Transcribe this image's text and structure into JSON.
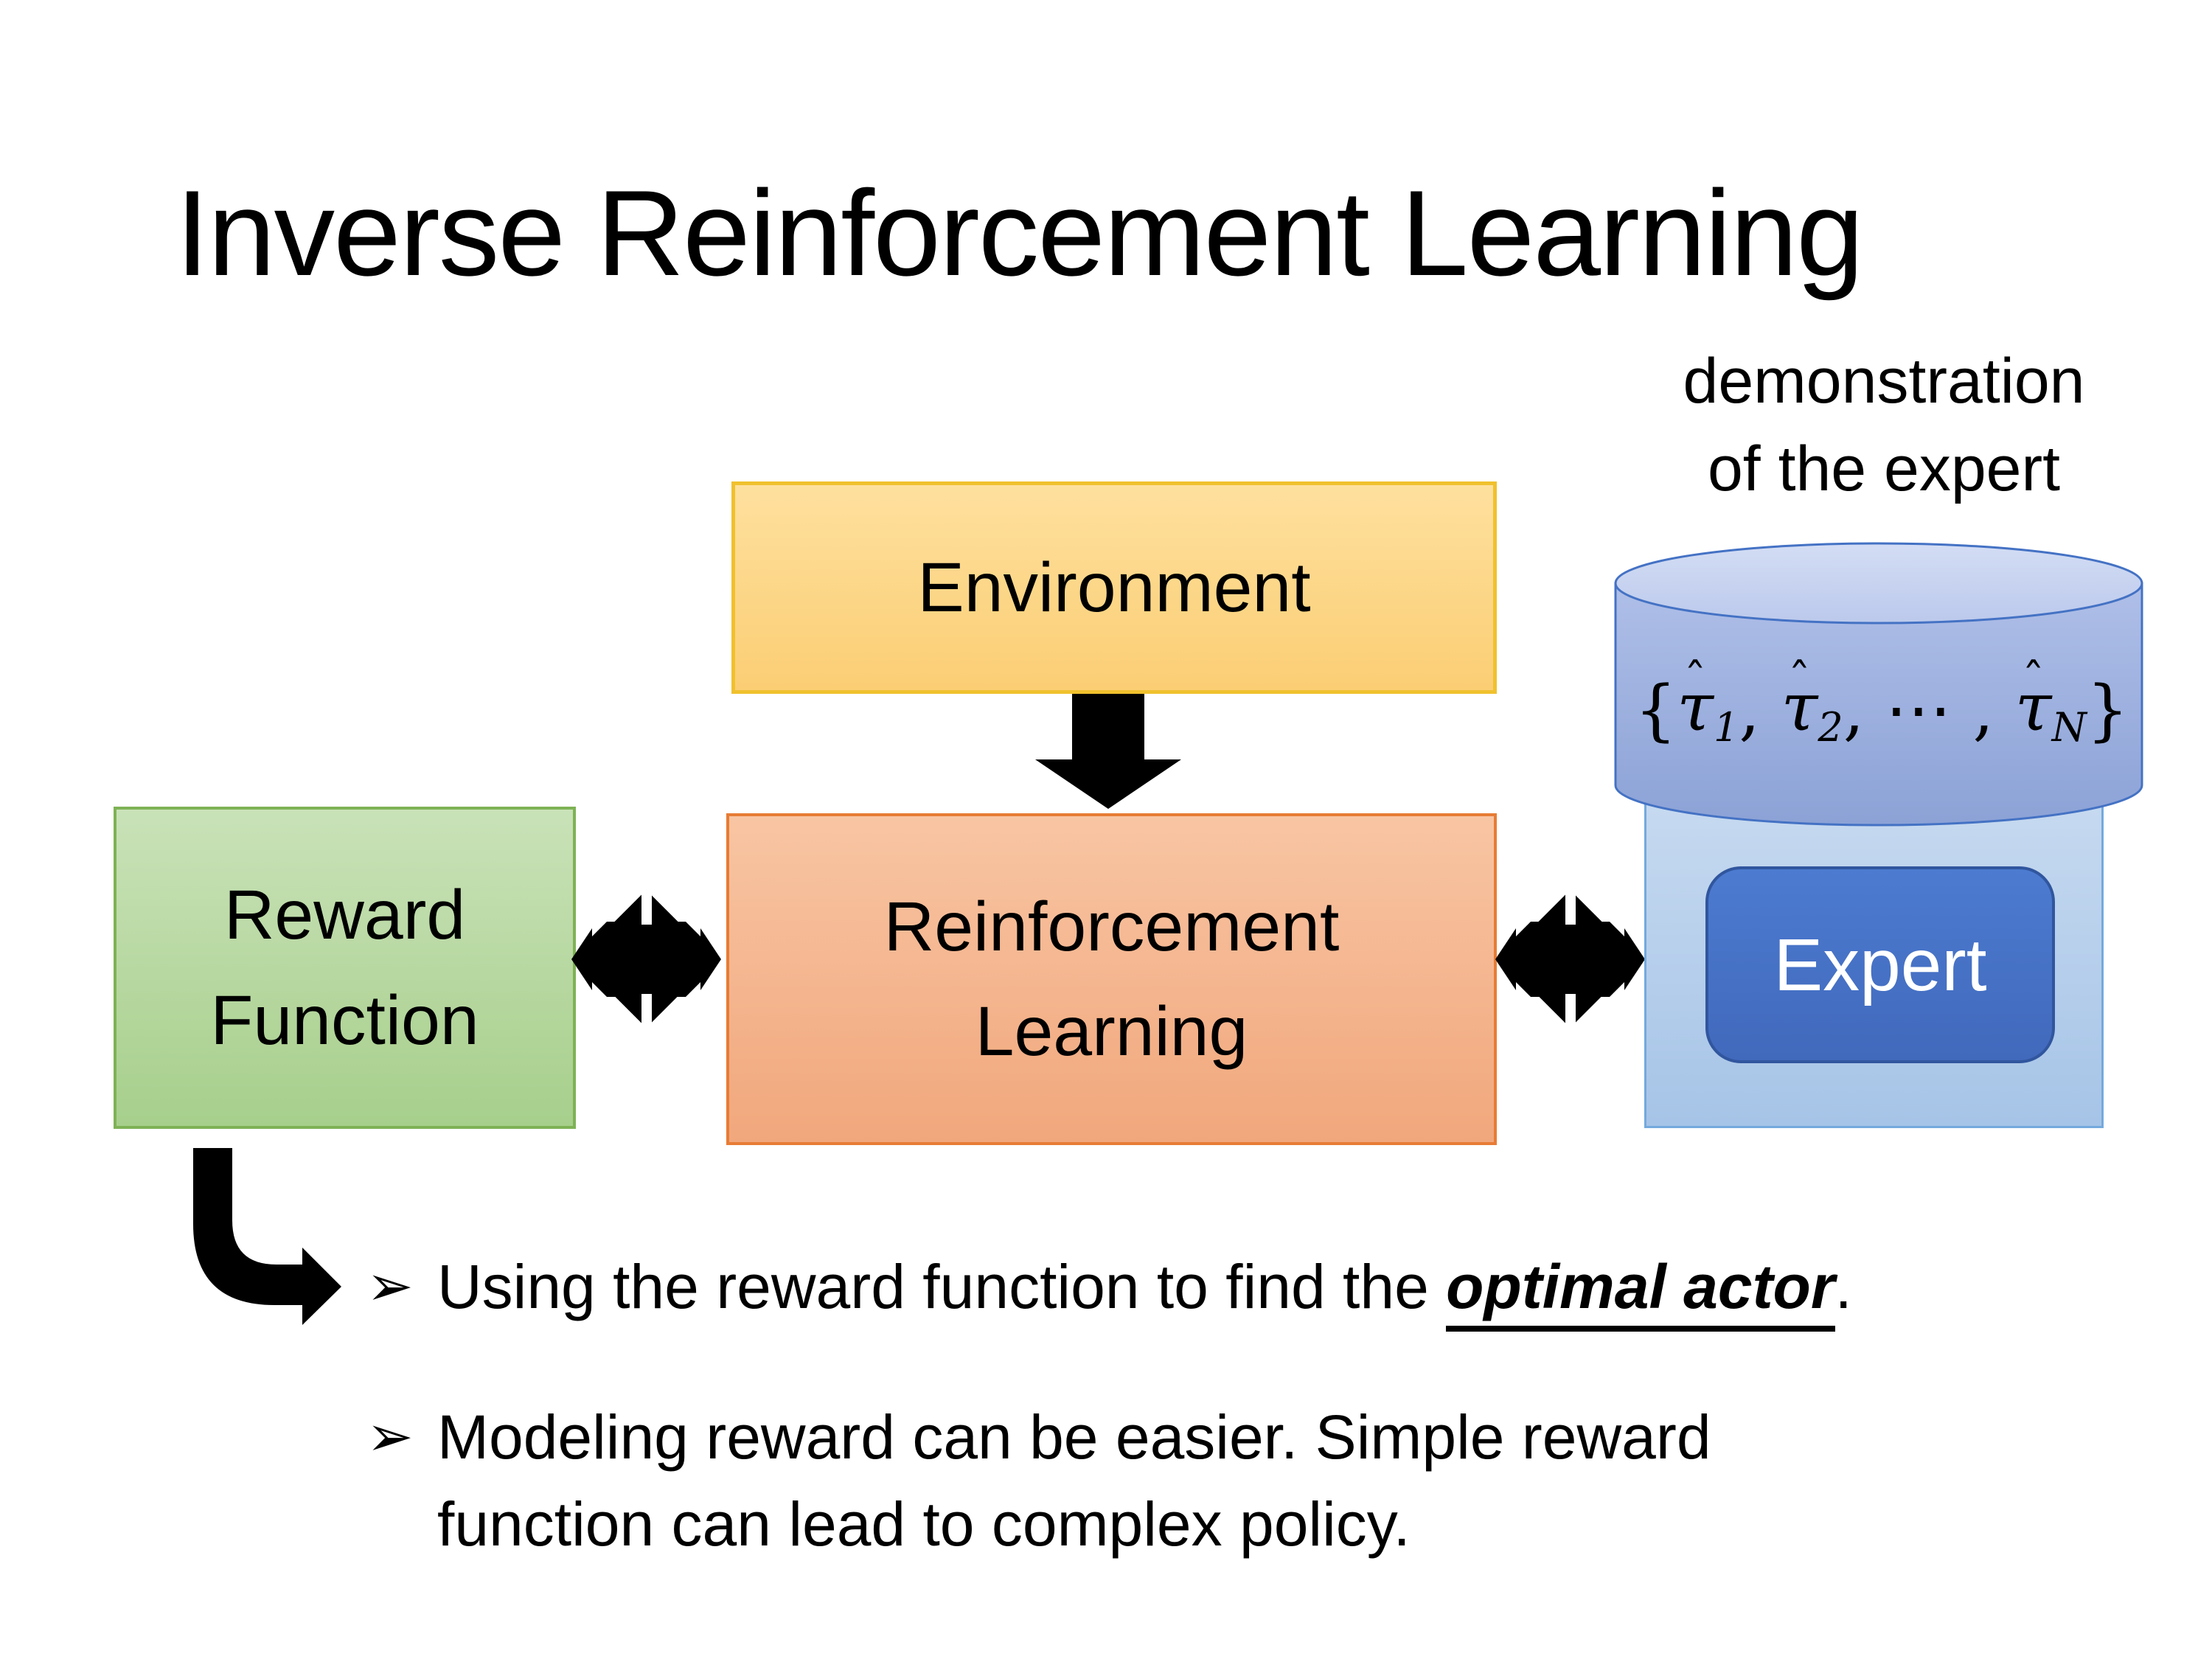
{
  "slide": {
    "title": "Inverse Reinforcement Learning",
    "caption": {
      "line1": "demonstration",
      "line2": "of the expert"
    },
    "diagram": {
      "environment": {
        "label": "Environment"
      },
      "reward_function": {
        "label_line1": "Reward",
        "label_line2": "Function"
      },
      "reinforcement_learning": {
        "label_line1": "Reinforcement",
        "label_line2": "Learning"
      },
      "expert": {
        "label": "Expert"
      },
      "demonstration_set_formula": {
        "parts": [
          {
            "base": "{",
            "it": false
          },
          {
            "base": "τ",
            "hat": true,
            "sub": "1"
          },
          {
            "base": ", ",
            "it": false
          },
          {
            "base": "τ",
            "hat": true,
            "sub": "2"
          },
          {
            "base": ", ⋯ , ",
            "it": false
          },
          {
            "base": "τ",
            "hat": true,
            "sub": "N"
          },
          {
            "base": "}",
            "it": false
          }
        ]
      }
    },
    "bullets": [
      {
        "marker": "➢",
        "pre": "Using the reward function to find the ",
        "emphasis": "optimal actor",
        "post": "."
      },
      {
        "marker": "➢",
        "line1": "Modeling reward can be easier. Simple reward",
        "line2": "function can lead to complex policy."
      }
    ],
    "colors": {
      "background": "#FFFFFF",
      "text": "#000000",
      "environment_fill": "#FBCE74",
      "environment_border": "#F0C12E",
      "reward_fill": "#A7CF8C",
      "reward_border": "#7EB255",
      "reinforcement_fill": "#F1A77C",
      "reinforcement_border": "#E77C35",
      "cylinder_fill": "#8FA6DA",
      "cylinder_top_fill": "#C8D4F0",
      "cylinder_border": "#4472C4",
      "expert_panel_fill": "#B5CEEC",
      "expert_panel_border": "#74A9DD",
      "expert_fill": "#4573C9",
      "expert_border": "#31569E",
      "expert_text": "#FFFFFF",
      "arrow": "#000000"
    }
  }
}
